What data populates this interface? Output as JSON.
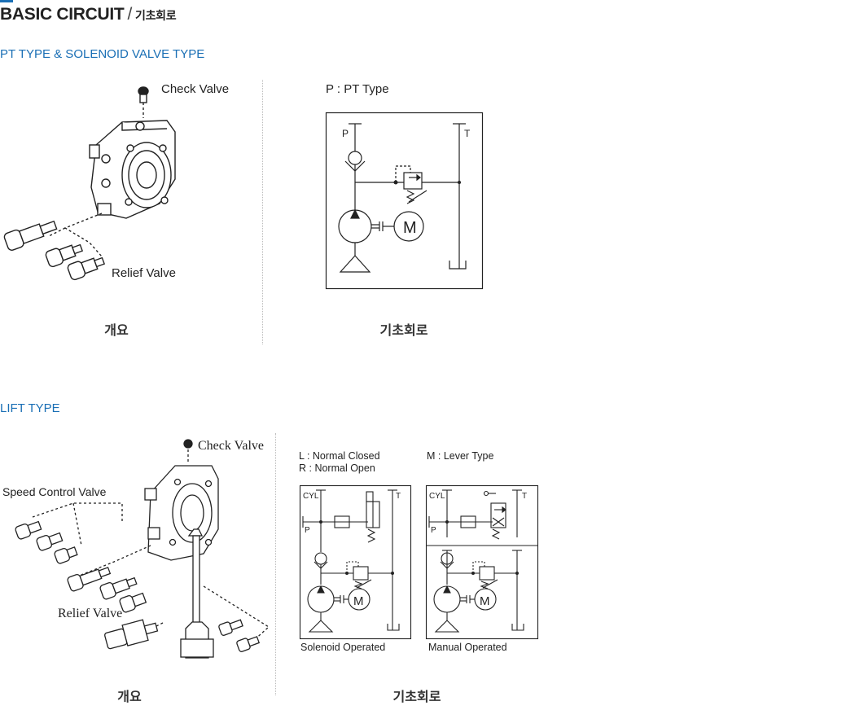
{
  "heading": {
    "title": "BASIC CIRCUIT",
    "separator": "/",
    "title_ko": "기초회로"
  },
  "section1": {
    "subtitle": "PT TYPE & SOLENOID VALVE TYPE",
    "overview": {
      "caption": "개요",
      "check_valve_label": "Check Valve",
      "relief_valve_label": "Relief Valve"
    },
    "circuit": {
      "caption": "기초회로",
      "type_label": "P : PT Type",
      "port_p": "P",
      "port_t": "T",
      "motor": "M"
    }
  },
  "section2": {
    "subtitle": "LIFT TYPE",
    "overview": {
      "caption": "개요",
      "check_valve_label": "Check Valve",
      "speed_control_label": "Speed Control Valve",
      "relief_valve_label": "Relief Valve"
    },
    "circuit": {
      "caption": "기초회로",
      "legend_l": "L : Normal Closed",
      "legend_r": "R : Normal Open",
      "legend_m": "M : Lever Type",
      "solenoid": {
        "cyl": "CYL",
        "port_p": "P",
        "port_t": "T",
        "motor": "M",
        "label": "Solenoid Operated"
      },
      "manual": {
        "cyl": "CYL",
        "port_p": "P",
        "port_t": "T",
        "motor": "M",
        "label": "Manual Operated"
      }
    }
  }
}
